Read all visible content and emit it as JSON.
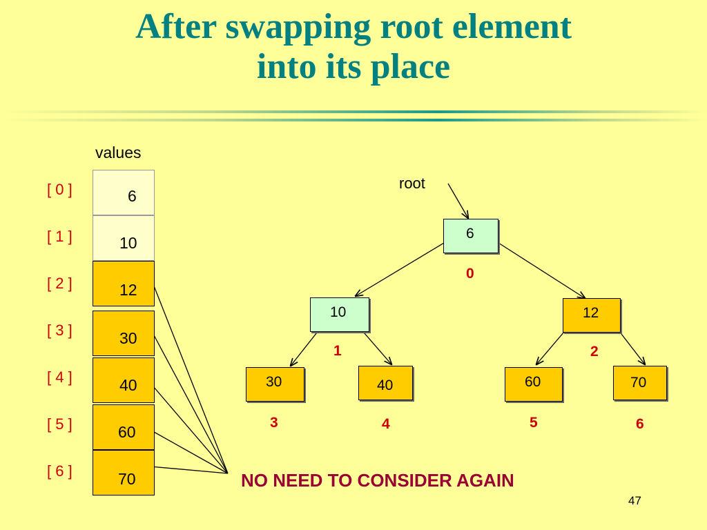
{
  "slide": {
    "title_line1": "After swapping root element",
    "title_line2": "into its place",
    "values_label": "values",
    "root_label": "root",
    "note": "NO NEED TO CONSIDER AGAIN",
    "page_number": "47"
  },
  "array": [
    {
      "index_label": "[ 0 ]",
      "value": "6",
      "state": "active"
    },
    {
      "index_label": "[ 1 ]",
      "value": "10",
      "state": "active"
    },
    {
      "index_label": "[ 2 ]",
      "value": "12",
      "state": "done"
    },
    {
      "index_label": "[ 3 ]",
      "value": "30",
      "state": "done"
    },
    {
      "index_label": "[ 4 ]",
      "value": "40",
      "state": "done"
    },
    {
      "index_label": "[ 5 ]",
      "value": "60",
      "state": "done"
    },
    {
      "index_label": "[ 6 ]",
      "value": "70",
      "state": "done"
    }
  ],
  "tree": [
    {
      "value": "6",
      "index": "0",
      "state": "active"
    },
    {
      "value": "10",
      "index": "1",
      "state": "active"
    },
    {
      "value": "12",
      "index": "2",
      "state": "done"
    },
    {
      "value": "30",
      "index": "3",
      "state": "done"
    },
    {
      "value": "40",
      "index": "4",
      "state": "done"
    },
    {
      "value": "60",
      "index": "5",
      "state": "done"
    },
    {
      "value": "70",
      "index": "6",
      "state": "done"
    }
  ],
  "colors": {
    "background": "#FFFF99",
    "title": "#008080",
    "index_label": "#CC0000",
    "active_array_cell": "#FFFFCC",
    "done_cell": "#FFCC00",
    "active_tree_node": "#CCFFCC",
    "note": "#990033"
  }
}
